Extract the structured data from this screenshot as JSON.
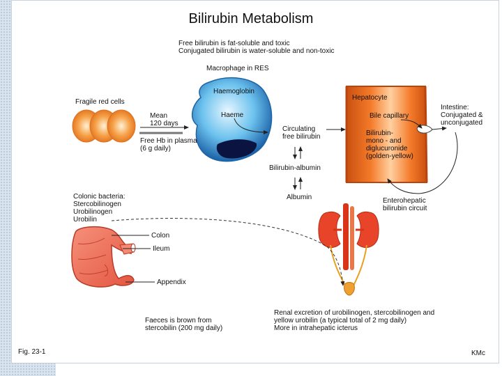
{
  "title": "Bilirubin  Metabolism",
  "intro": {
    "line1": "Free bilirubin is fat-soluble and toxic",
    "line2": "Conjugated bilirubin is water-soluble and non-toxic"
  },
  "macrophage": {
    "label": "Macrophage in RES",
    "haemoglobin": "Haemoglobin",
    "haeme": "Haeme"
  },
  "red_cells": {
    "label": "Fragile red cells",
    "mean_line1": "Mean",
    "mean_line2": "120 days",
    "free_hb_line1": "Free Hb in plasma",
    "free_hb_line2": "(6 g daily)"
  },
  "circulation": {
    "circulating_line1": "Circulating",
    "circulating_line2": "free bilirubin",
    "bilirubin_albumin": "Bilirubin-albumin",
    "albumin": "Albumin"
  },
  "hepatocyte": {
    "label": "Hepatocyte",
    "bile_capillary": "Bile capillary",
    "line1": "Bilirubin-",
    "line2": "mono - and",
    "line3": "diglucuronide",
    "line4": "(golden-yellow)"
  },
  "intestine": {
    "line1": "Intestine:",
    "line2": "Conjugated &",
    "line3": "unconjugated"
  },
  "enterohepatic": {
    "line1": "Enterohepatic",
    "line2": "bilirubin circuit"
  },
  "colon": {
    "bacteria_line1": "Colonic bacteria:",
    "bacteria_line2": "Stercobilinogen",
    "bacteria_line3": "Urobilinogen",
    "bacteria_line4": "Urobilin",
    "colon": "Colon",
    "ileum": "Ileum",
    "appendix": "Appendix"
  },
  "faeces": {
    "line1": "Faeces is brown from",
    "line2": "stercobilin (200 mg daily)"
  },
  "renal": {
    "line1": "Renal excretion of urobilinogen, stercobilinogen and",
    "line2": "yellow urobilin (a typical total of 2 mg daily)",
    "line3": "More in intrahepatic icterus"
  },
  "footer": {
    "fig": "Fig. 23-1",
    "author": "KMc"
  },
  "colors": {
    "background_pattern": "#d9e4ef",
    "macrophage": "#5db3e6",
    "macrophage_dark": "#1d63a8",
    "nucleus": "#0b1340",
    "red_cell": "#f08a2a",
    "hepatocyte": "#f26a1b",
    "hepatocyte_dark": "#b84410",
    "colon": "#f06a55",
    "kidney": "#e8442a",
    "aorta": "#d93418"
  }
}
